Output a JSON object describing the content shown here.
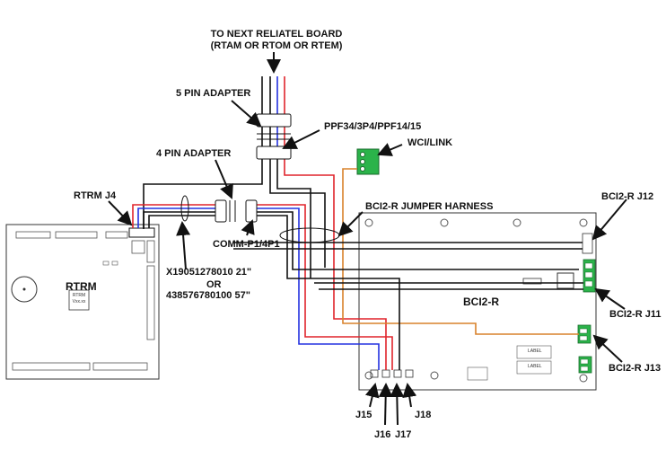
{
  "labels": {
    "next_board_line1": "TO NEXT RELIATEL BOARD",
    "next_board_line2": "(RTAM OR RTOM OR RTEM)",
    "five_pin_adapter": "5 PIN ADAPTER",
    "ppf_part": "PPF34/3P4/PPF14/15",
    "wci_link": "WCI/LINK",
    "four_pin_adapter": "4 PIN ADAPTER",
    "rtrm_j4": "RTRM J4",
    "bci2r_jumper_harness": "BCI2-R JUMPER HARNESS",
    "bci2r_j12": "BCI2-R J12",
    "comm_p1": "COMM-P1/4P1",
    "cable_line1": "X19051278010  21\"",
    "cable_line2": "OR",
    "cable_line3": "438576780100  57\"",
    "rtrm": "RTRM",
    "rtrm_chip_line1": "RTRM",
    "rtrm_chip_line2": "Vxx.xx",
    "bci2r": "BCI2-R",
    "bci2r_j11": "BCI2-R J11",
    "bci2r_j13": "BCI2-R J13",
    "j15": "J15",
    "j16": "J16",
    "j17": "J17",
    "j18": "J18",
    "label_box": "LABEL"
  },
  "wire_colors": {
    "black": "#111111",
    "red": "#e0242b",
    "blue": "#2432e0",
    "orange": "#d9822b",
    "green": "#2bb34a"
  }
}
